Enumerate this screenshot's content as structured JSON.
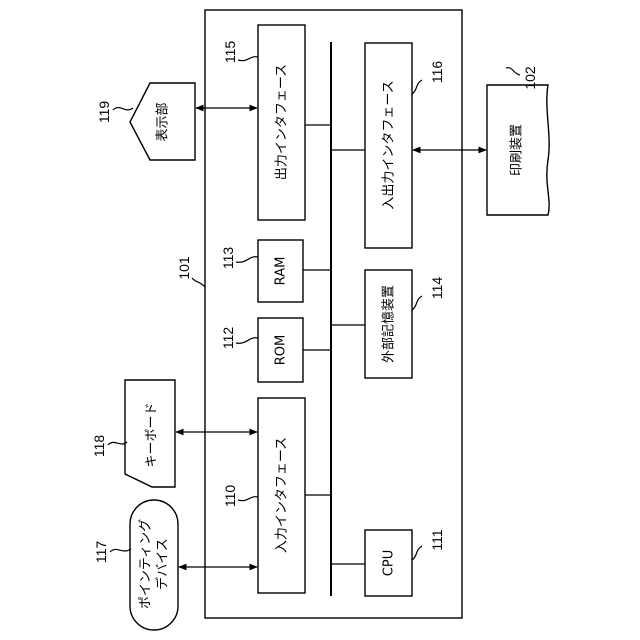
{
  "refs": {
    "frame": "101",
    "printer": "102",
    "input_if": "110",
    "cpu": "111",
    "rom": "112",
    "ram": "113",
    "storage": "114",
    "output_if": "115",
    "io_if": "116",
    "pointing": "117",
    "keyboard": "118",
    "display": "119"
  },
  "labels": {
    "output_if": "出力インタフェース",
    "io_if": "入出力インタフェース",
    "ram": "RAM",
    "rom": "ROM",
    "storage": "外部記憶装置",
    "input_if": "入力インタフェース",
    "cpu": "CPU",
    "display": "表示部",
    "keyboard": "キーボード",
    "pointing_line1": "ポインティング",
    "pointing_line2": "デバイス",
    "printer": "印刷装置"
  }
}
